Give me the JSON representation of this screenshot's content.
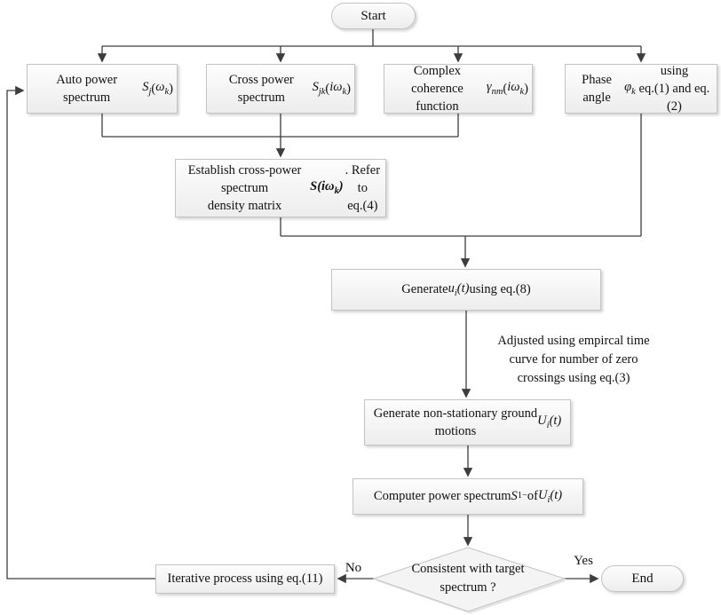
{
  "flowchart": {
    "nodes": {
      "start": "Start",
      "auto_power": "Auto power spectrum<br><i>S<sub>j</sub></i>(<i>ω<sub>k</sub></i>)",
      "cross_power": "Cross power spectrum<br><i>S<sub>jk</sub></i>(<i>iω<sub>k</sub></i>)",
      "coherence": "Complex coherence<br>function <i>γ<sub>nm</sub></i>(<i>iω<sub>k</sub></i>)",
      "phase_angle": "Phase angle <i>φ<sub>k</sub></i> using<br>eq.(1) and eq.(2)",
      "establish_matrix": "Establish cross-power spectrum<br>density matrix <b><i>S(iω<sub>k</sub>)</i></b>. Refer to<br>eq.(4)",
      "generate_ut": "Generate <i>u<sub>i</sub>(t)</i> using eq.(8)",
      "nonstationary": "Generate non-stationary ground<br>motions <i>U<sub>i</sub>(t)</i>",
      "compute_spectrum": "Computer power spectrum <i>S</i><sub>1</sub><sup>−</sup> of <i>U<sub>i</sub>(t)</i>",
      "decision": "Consistent with target<br>spectrum ?",
      "iterative": "Iterative process using eq.(11)",
      "end": "End"
    },
    "edge_labels": {
      "yes": "Yes",
      "no": "No"
    },
    "annotation": "Adjusted using empircal time<br>curve for number of zero<br>crossings using eq.(3)",
    "colors": {
      "connector": "#3d3d3d",
      "node_border": "#c4c4c4",
      "node_fill_top": "#fdfdfd",
      "node_fill_bottom": "#ededed",
      "text": "#111111"
    }
  }
}
